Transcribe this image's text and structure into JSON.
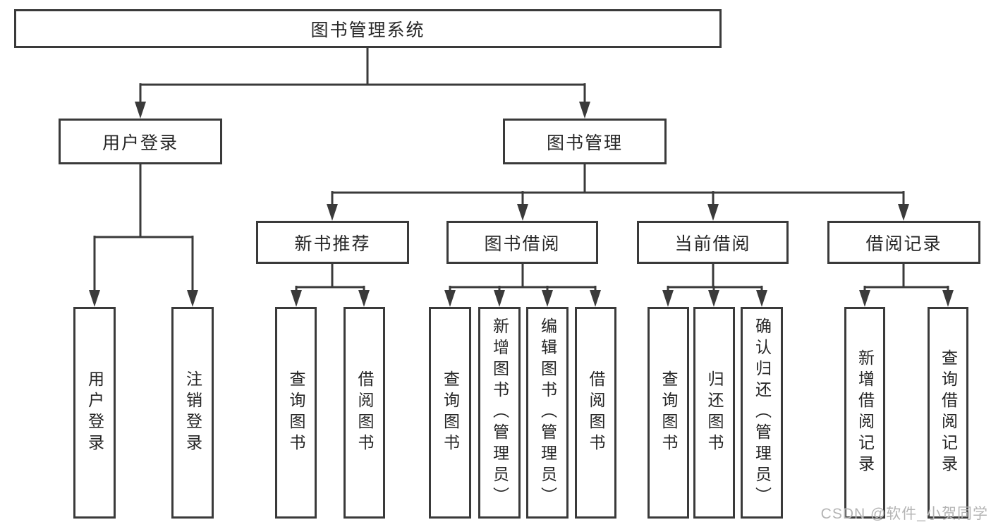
{
  "tree": {
    "root": {
      "label": "图书管理系统"
    },
    "branches": [
      {
        "label": "用户登录",
        "children": [
          "用户登录",
          "注销登录"
        ]
      },
      {
        "label": "图书管理",
        "children": [
          {
            "label": "新书推荐",
            "children": [
              "查询图书",
              "借阅图书"
            ]
          },
          {
            "label": "图书借阅",
            "children": [
              "查询图书",
              "新增图书（管理员）",
              "编辑图书（管理员）",
              "借阅图书"
            ]
          },
          {
            "label": "当前借阅",
            "children": [
              "查询图书",
              "归还图书",
              "确认归还（管理员）"
            ]
          },
          {
            "label": "借阅记录",
            "children": [
              "新增借阅记录",
              "查询借阅记录"
            ]
          }
        ]
      }
    ]
  },
  "watermark": "CSDN @软件_小贺同学",
  "colors": {
    "line": "#3a3a3a",
    "box_border": "#3a3a3a",
    "box_fill": "#ffffff",
    "text": "#262626",
    "watermark": "#b4b4b4",
    "background": "#ffffff"
  }
}
